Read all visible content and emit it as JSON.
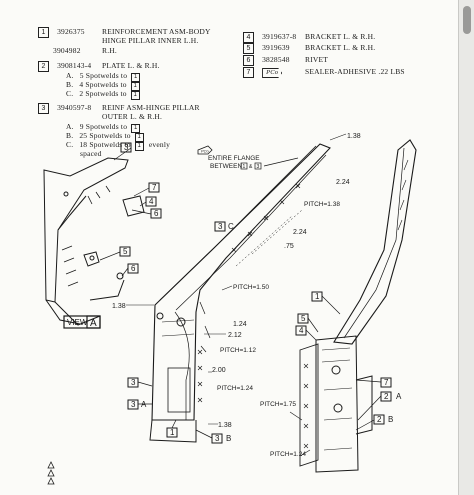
{
  "legend": [
    {
      "num": "1",
      "part": "3926375",
      "desc": "REINFORCEMENT ASM-BODY"
    },
    {
      "num": "",
      "part": "",
      "desc": "HINGE PILLAR INNER L.H."
    },
    {
      "num": "",
      "part": "3904982",
      "desc": "R.H."
    },
    {
      "num": "2",
      "part": "3908143-4",
      "desc": "PLATE L. & R.H."
    },
    {
      "num": "3",
      "part": "3940597-8",
      "desc": "REINF  ASM-HINGE PILLAR"
    },
    {
      "num": "",
      "part": "",
      "desc": "OUTER L. & R.H."
    },
    {
      "num": "4",
      "part": "3919637-8",
      "desc": "BRACKET L. & R.H."
    },
    {
      "num": "5",
      "part": "3919639",
      "desc": "BRACKET L. & R.H."
    },
    {
      "num": "6",
      "part": "3828548",
      "desc": "RIVET"
    },
    {
      "num": "7",
      "part": "PCo",
      "desc": "SEALER-ADHESIVE  .22 LBS"
    }
  ],
  "spotwelds_plate": [
    {
      "letter": "A.",
      "text": "5 Spotwelds to",
      "ref": "1"
    },
    {
      "letter": "B.",
      "text": "4 Spotwelds to",
      "ref": "1"
    },
    {
      "letter": "C.",
      "text": "2 Spotwelds to",
      "ref": "1"
    }
  ],
  "spotwelds_reinf": [
    {
      "letter": "A.",
      "text": "9 Spotwelds to",
      "ref": "1"
    },
    {
      "letter": "B.",
      "text": "25 Spotwelds to",
      "ref": "1"
    },
    {
      "letter": "C.",
      "text": "18 Spotwelds to",
      "ref": "1",
      "suffix": "evenly"
    },
    {
      "letter": "",
      "text": "spaced",
      "ref": ""
    }
  ],
  "callouts": {
    "entire_flange": "ENTIRE FLANGE",
    "between": "BETWEEN",
    "pitch_138": "PITCH=1.38",
    "pitch_150": "PITCH=1.50",
    "pitch_112": "PITCH=1.12",
    "pitch_124": "PITCH=1.24",
    "pitch_175": "PITCH=1.75",
    "pitch_124b": "PITCH=1.24",
    "d138a": "1.38",
    "d224a": "2.24",
    "d224b": "2.24",
    "d75": ".75",
    "d138b": "1.38",
    "d124": "1.24",
    "d212": "2.12",
    "d200": "2.00",
    "d138c": "1.38",
    "view_a": "VIEW",
    "view_letter": "A"
  }
}
